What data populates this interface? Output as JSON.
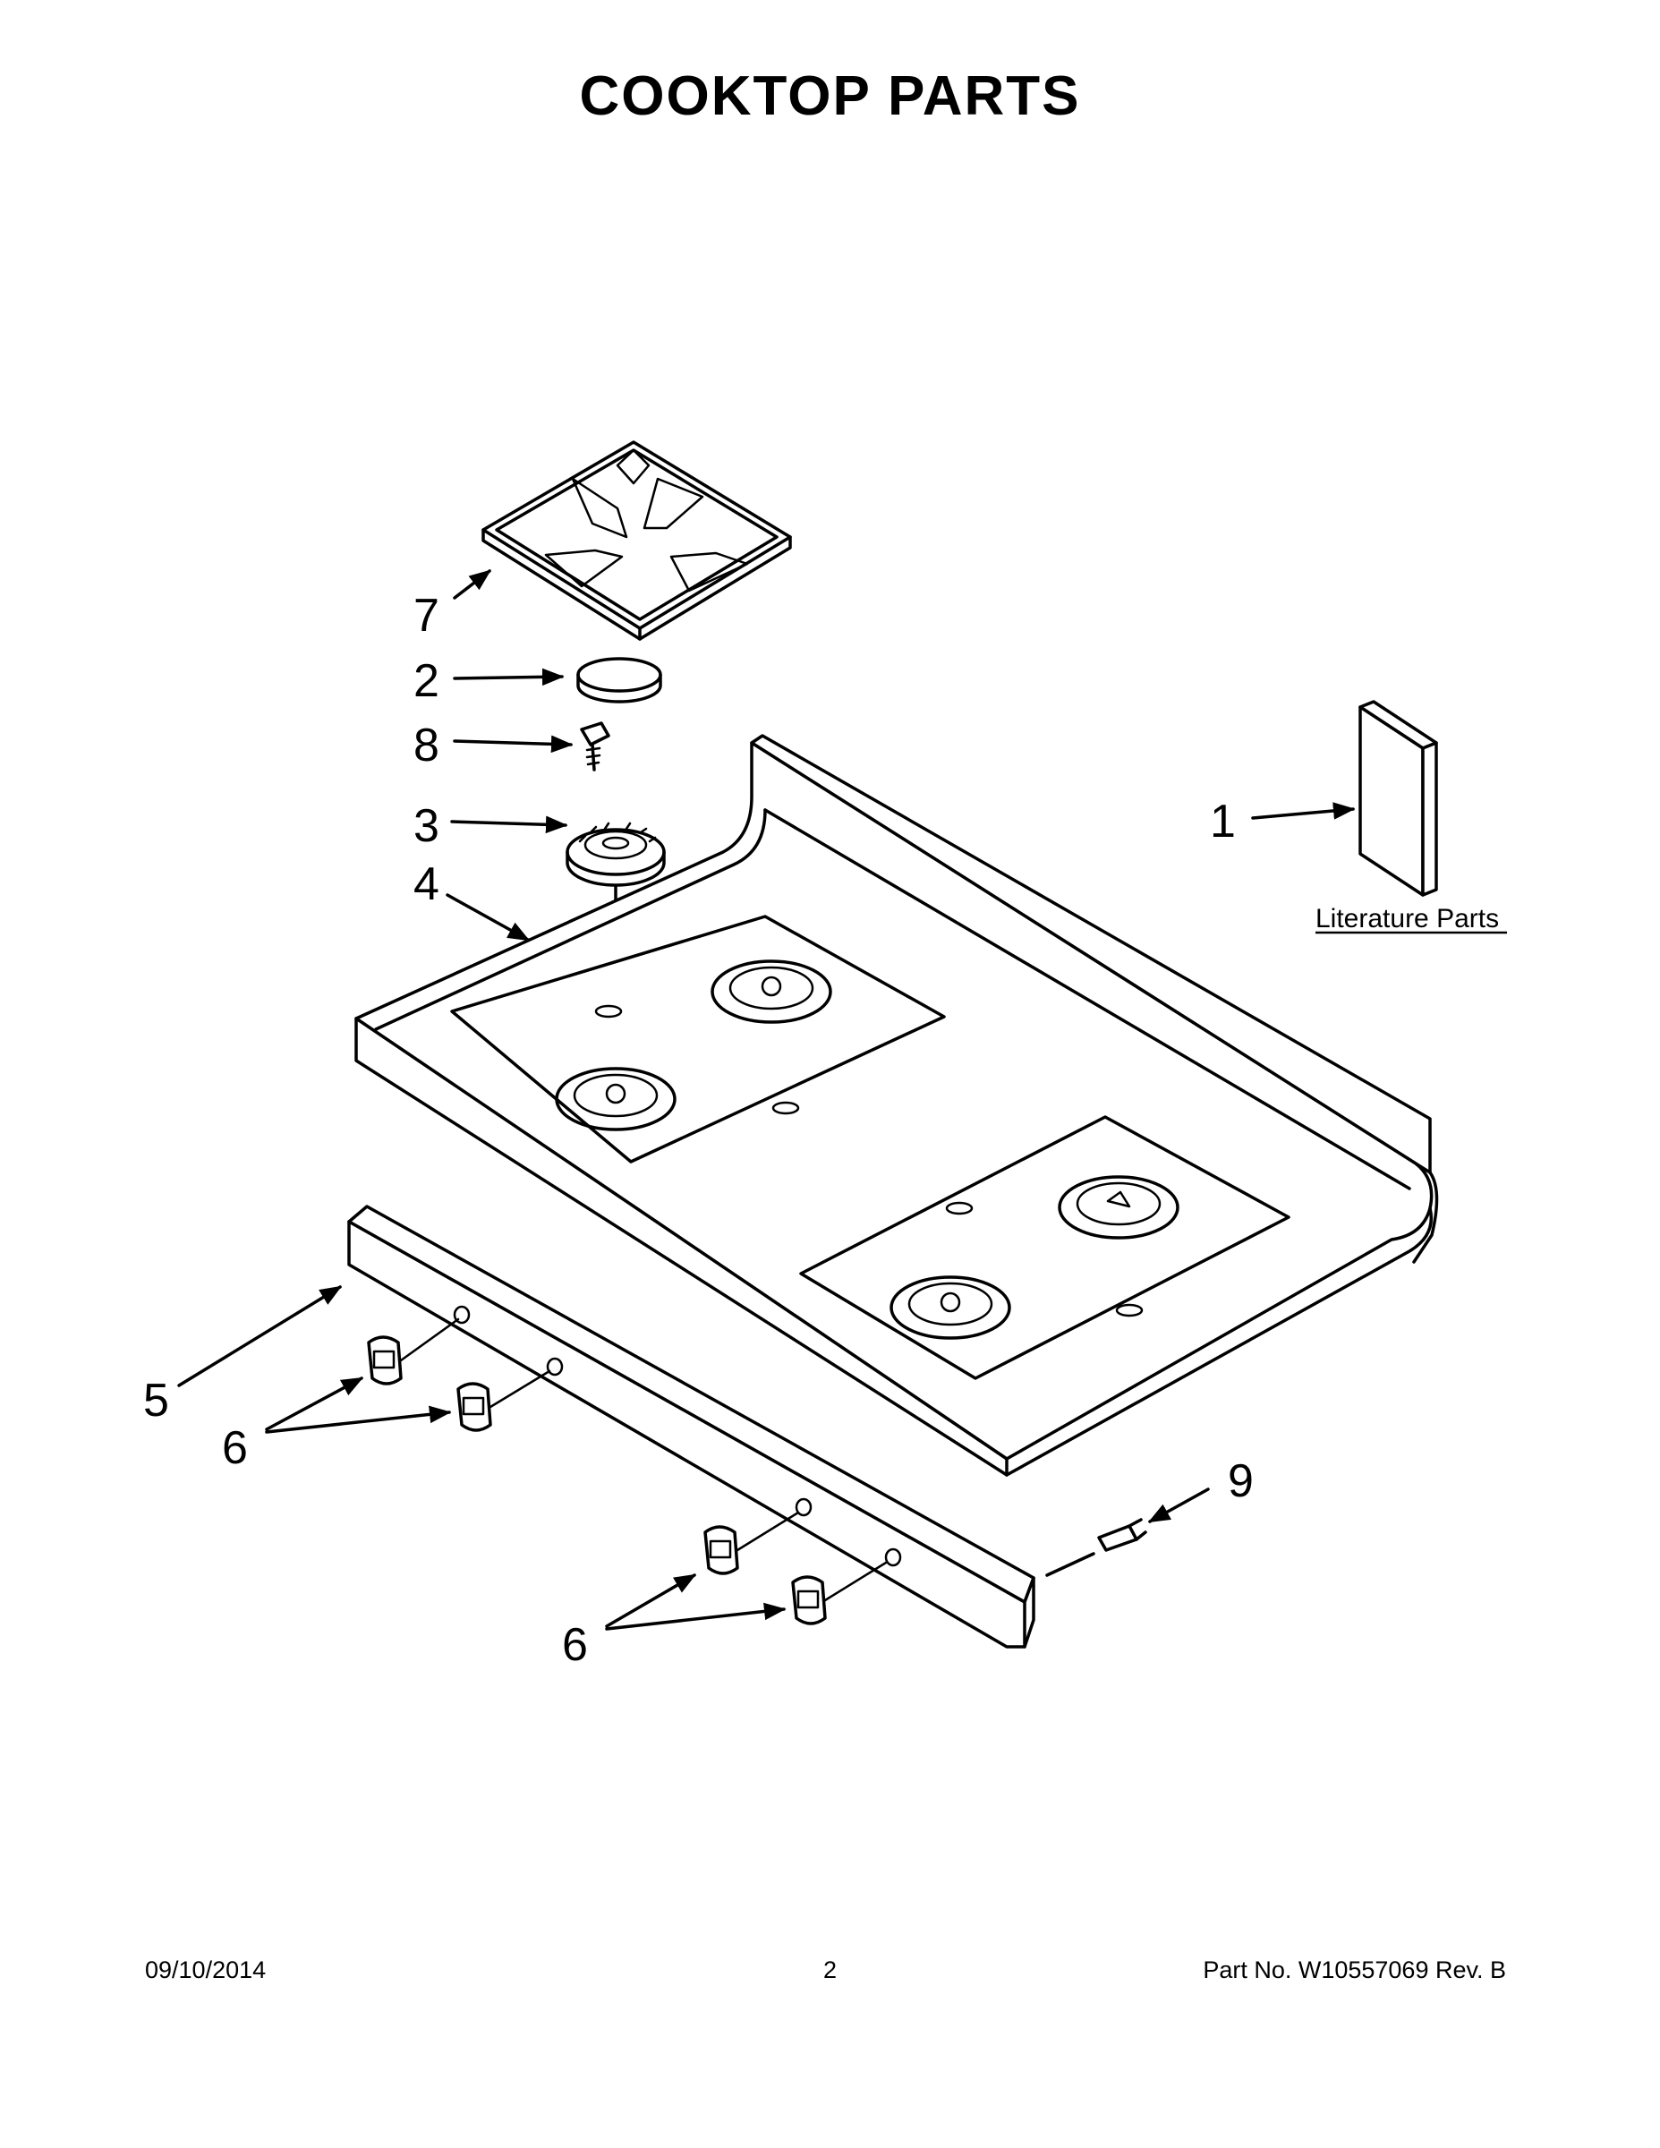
{
  "page": {
    "title": "COOKTOP PARTS"
  },
  "callouts": {
    "c1": "1",
    "c2": "2",
    "c3": "3",
    "c4": "4",
    "c5": "5",
    "c6a": "6",
    "c6b": "6",
    "c7": "7",
    "c8": "8",
    "c9": "9"
  },
  "literature": {
    "label": "Literature Parts"
  },
  "footer": {
    "date": "09/10/2014",
    "page_number": "2",
    "part_number": "Part No.  W10557069  Rev.  B"
  }
}
